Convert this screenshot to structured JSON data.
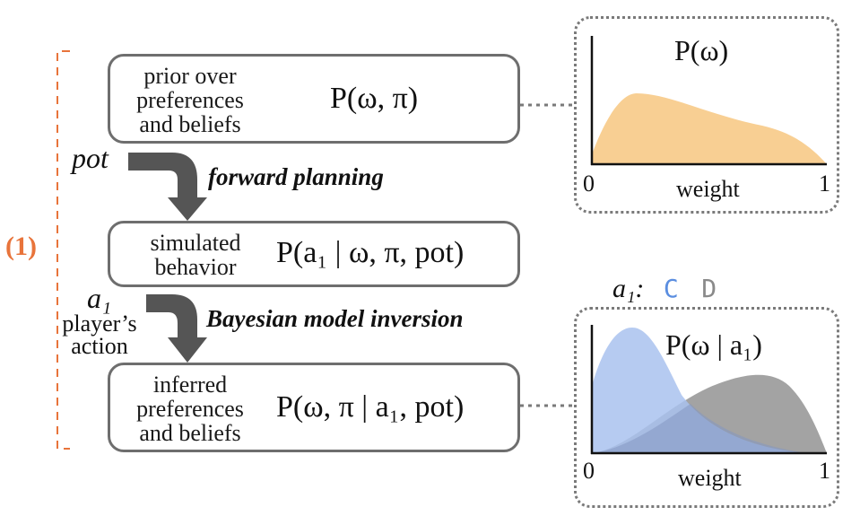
{
  "stage_marker": "(1)",
  "stages": [
    {
      "desc": [
        "prior over",
        "preferences",
        "and beliefs"
      ],
      "formula": "P(ω, π)"
    },
    {
      "desc": [
        "simulated",
        "behavior"
      ],
      "formula": "P(a₁ | ω, π, pot)"
    },
    {
      "desc": [
        "inferred",
        "preferences",
        "and beliefs"
      ],
      "formula": "P(ω, π | a₁, pot)"
    }
  ],
  "transitions": [
    {
      "input": "pot",
      "label": "forward planning"
    },
    {
      "input": "a₁",
      "input_desc": [
        "player’s",
        "action"
      ],
      "label": "Bayesian model inversion"
    }
  ],
  "prior_plot": {
    "title": "P(ω)",
    "xlabel": "weight",
    "xmin": "0",
    "xmax": "1"
  },
  "posterior_plot": {
    "title": "P(ω | a₁)",
    "xlabel": "weight",
    "xmin": "0",
    "xmax": "1",
    "legend_prefix": "a₁:",
    "legend_items": [
      {
        "label": "C",
        "color": "#5b8ee0"
      },
      {
        "label": "D",
        "color": "#8a8a8a"
      }
    ]
  },
  "colors": {
    "prior_fill": "#f8cf93",
    "cooperate_fill": "#a9c2ef",
    "defect_fill": "#a3a3a3",
    "overlap_fill": "#8497c2",
    "arrow": "#555555",
    "bracket": "#e8743b"
  }
}
